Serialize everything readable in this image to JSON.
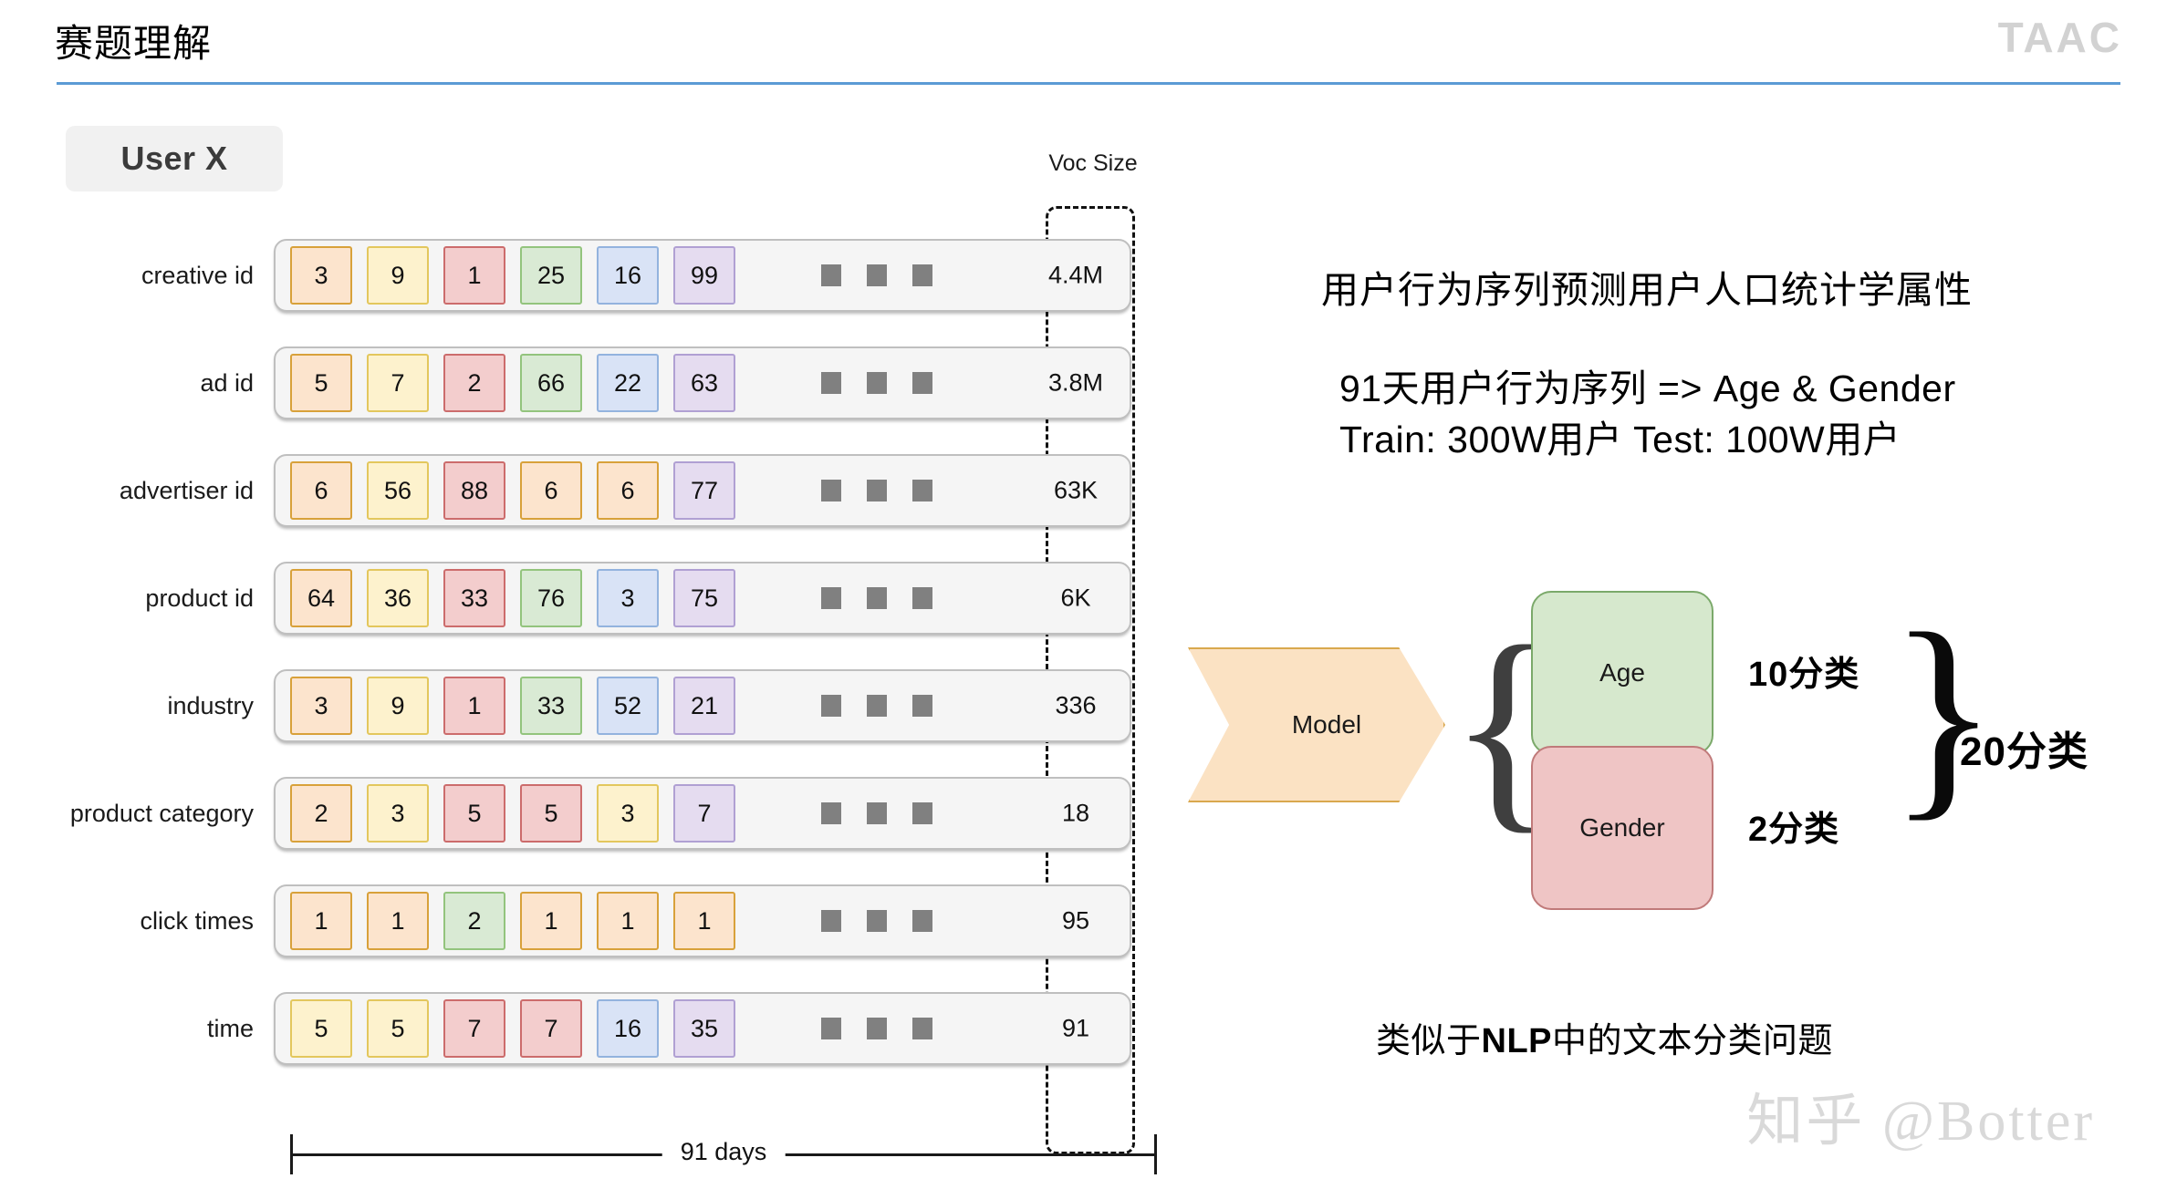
{
  "header": {
    "title": "赛题理解",
    "logo": "TAAC"
  },
  "left_panel": {
    "user_badge": "User X",
    "voc_size_label": "Voc Size",
    "days_axis_label": "91 days",
    "ellipsis_icon": "ellipsis-squares-icon",
    "rows": [
      {
        "label": "creative id",
        "cells": [
          {
            "value": "3",
            "color": "orange"
          },
          {
            "value": "9",
            "color": "yellow"
          },
          {
            "value": "1",
            "color": "pink"
          },
          {
            "value": "25",
            "color": "green"
          },
          {
            "value": "16",
            "color": "blue"
          },
          {
            "value": "99",
            "color": "purple"
          }
        ],
        "voc": "4.4M"
      },
      {
        "label": "ad id",
        "cells": [
          {
            "value": "5",
            "color": "orange"
          },
          {
            "value": "7",
            "color": "yellow"
          },
          {
            "value": "2",
            "color": "pink"
          },
          {
            "value": "66",
            "color": "green"
          },
          {
            "value": "22",
            "color": "blue"
          },
          {
            "value": "63",
            "color": "purple"
          }
        ],
        "voc": "3.8M"
      },
      {
        "label": "advertiser id",
        "cells": [
          {
            "value": "6",
            "color": "orange"
          },
          {
            "value": "56",
            "color": "yellow"
          },
          {
            "value": "88",
            "color": "pink"
          },
          {
            "value": "6",
            "color": "orange"
          },
          {
            "value": "6",
            "color": "orange"
          },
          {
            "value": "77",
            "color": "purple"
          }
        ],
        "voc": "63K"
      },
      {
        "label": "product id",
        "cells": [
          {
            "value": "64",
            "color": "orange"
          },
          {
            "value": "36",
            "color": "yellow"
          },
          {
            "value": "33",
            "color": "pink"
          },
          {
            "value": "76",
            "color": "green"
          },
          {
            "value": "3",
            "color": "blue"
          },
          {
            "value": "75",
            "color": "purple"
          }
        ],
        "voc": "6K"
      },
      {
        "label": "industry",
        "cells": [
          {
            "value": "3",
            "color": "orange"
          },
          {
            "value": "9",
            "color": "yellow"
          },
          {
            "value": "1",
            "color": "pink"
          },
          {
            "value": "33",
            "color": "green"
          },
          {
            "value": "52",
            "color": "blue"
          },
          {
            "value": "21",
            "color": "purple"
          }
        ],
        "voc": "336"
      },
      {
        "label": "product category",
        "cells": [
          {
            "value": "2",
            "color": "orange"
          },
          {
            "value": "3",
            "color": "yellow"
          },
          {
            "value": "5",
            "color": "pink"
          },
          {
            "value": "5",
            "color": "pink"
          },
          {
            "value": "3",
            "color": "yellow"
          },
          {
            "value": "7",
            "color": "purple"
          }
        ],
        "voc": "18"
      },
      {
        "label": "click times",
        "cells": [
          {
            "value": "1",
            "color": "orange"
          },
          {
            "value": "1",
            "color": "orange"
          },
          {
            "value": "2",
            "color": "green"
          },
          {
            "value": "1",
            "color": "orange"
          },
          {
            "value": "1",
            "color": "orange"
          },
          {
            "value": "1",
            "color": "orange"
          }
        ],
        "voc": "95"
      },
      {
        "label": "time",
        "cells": [
          {
            "value": "5",
            "color": "yellow"
          },
          {
            "value": "5",
            "color": "yellow"
          },
          {
            "value": "7",
            "color": "pink"
          },
          {
            "value": "7",
            "color": "pink"
          },
          {
            "value": "16",
            "color": "blue"
          },
          {
            "value": "35",
            "color": "purple"
          }
        ],
        "voc": "91"
      }
    ]
  },
  "right_panel": {
    "headline": "用户行为序列预测用户人口统计学属性",
    "subline1": "91天用户行为序列 => Age & Gender",
    "subline2": "Train: 300W用户   Test: 100W用户",
    "footnote_prefix": "类似于",
    "footnote_bold": "NLP",
    "footnote_suffix": "中的文本分类问题",
    "watermark": "知乎 @Botter",
    "diagram": {
      "model_label": "Model",
      "brace_left": "{",
      "brace_right": "}",
      "outputs": [
        {
          "name": "Age",
          "tag": "10分类",
          "color": "#d6e8cd"
        },
        {
          "name": "Gender",
          "tag": "2分类",
          "color": "#efc5c5"
        }
      ],
      "total_tag": "20分类"
    }
  },
  "colors": {
    "rule": "#5b9bd5",
    "orange": "#fce4cd",
    "yellow": "#fdf2cd",
    "pink": "#f3cdcd",
    "green": "#d9ead4",
    "blue": "#d9e3f6",
    "purple": "#e5dcf0",
    "ellipsis": "#808080"
  }
}
